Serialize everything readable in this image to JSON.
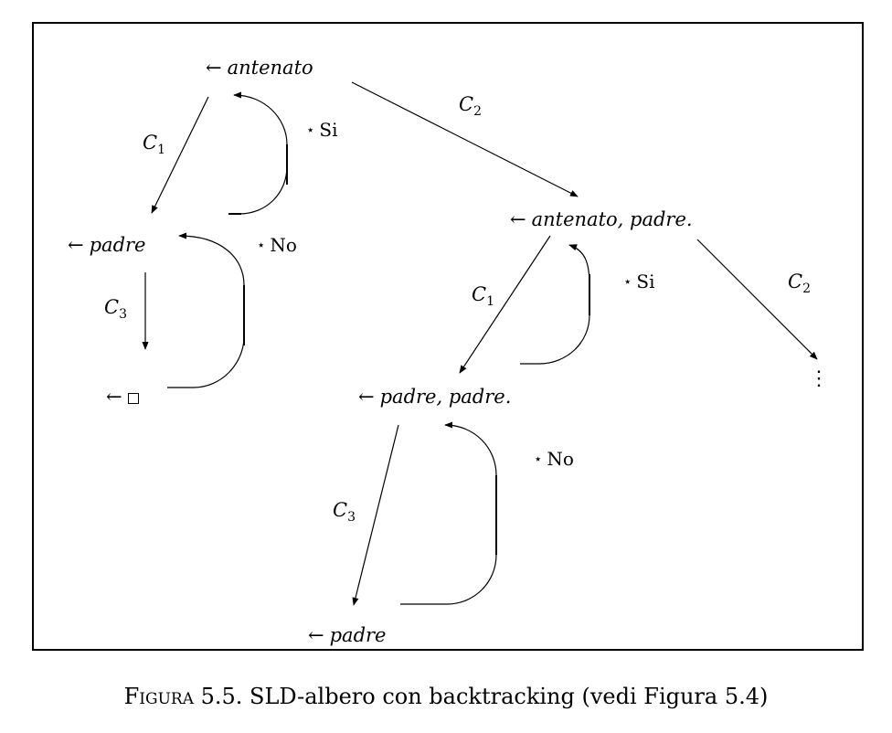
{
  "nodes": {
    "root": {
      "arrow": "←",
      "goal": "antenato"
    },
    "n_left": {
      "arrow": "←",
      "goal": "padre"
    },
    "n_empty": {
      "arrow": "←"
    },
    "n_right": {
      "arrow": "←",
      "goal": "antenato, padre."
    },
    "n_mid": {
      "arrow": "←",
      "goal": "padre, padre."
    },
    "n_bottom": {
      "arrow": "←",
      "goal": "padre"
    }
  },
  "edge_labels": {
    "root_left": {
      "letter": "C",
      "sub": "1"
    },
    "root_right": {
      "letter": "C",
      "sub": "2"
    },
    "left_empty": {
      "letter": "C",
      "sub": "3"
    },
    "right_mid": {
      "letter": "C",
      "sub": "1"
    },
    "right_dots": {
      "letter": "C",
      "sub": "2"
    },
    "mid_bottom": {
      "letter": "C",
      "sub": "3"
    }
  },
  "backtrack_marks": {
    "b1": {
      "star": "⋆",
      "text": "Si"
    },
    "b2": {
      "star": "⋆",
      "text": "No"
    },
    "b3": {
      "star": "⋆",
      "text": "Si"
    },
    "b4": {
      "star": "⋆",
      "text": "No"
    }
  },
  "continuation": "⋮",
  "caption": {
    "figure": "Figura 5.5.",
    "text": "SLD-albero con backtracking (vedi Figura 5.4)"
  }
}
